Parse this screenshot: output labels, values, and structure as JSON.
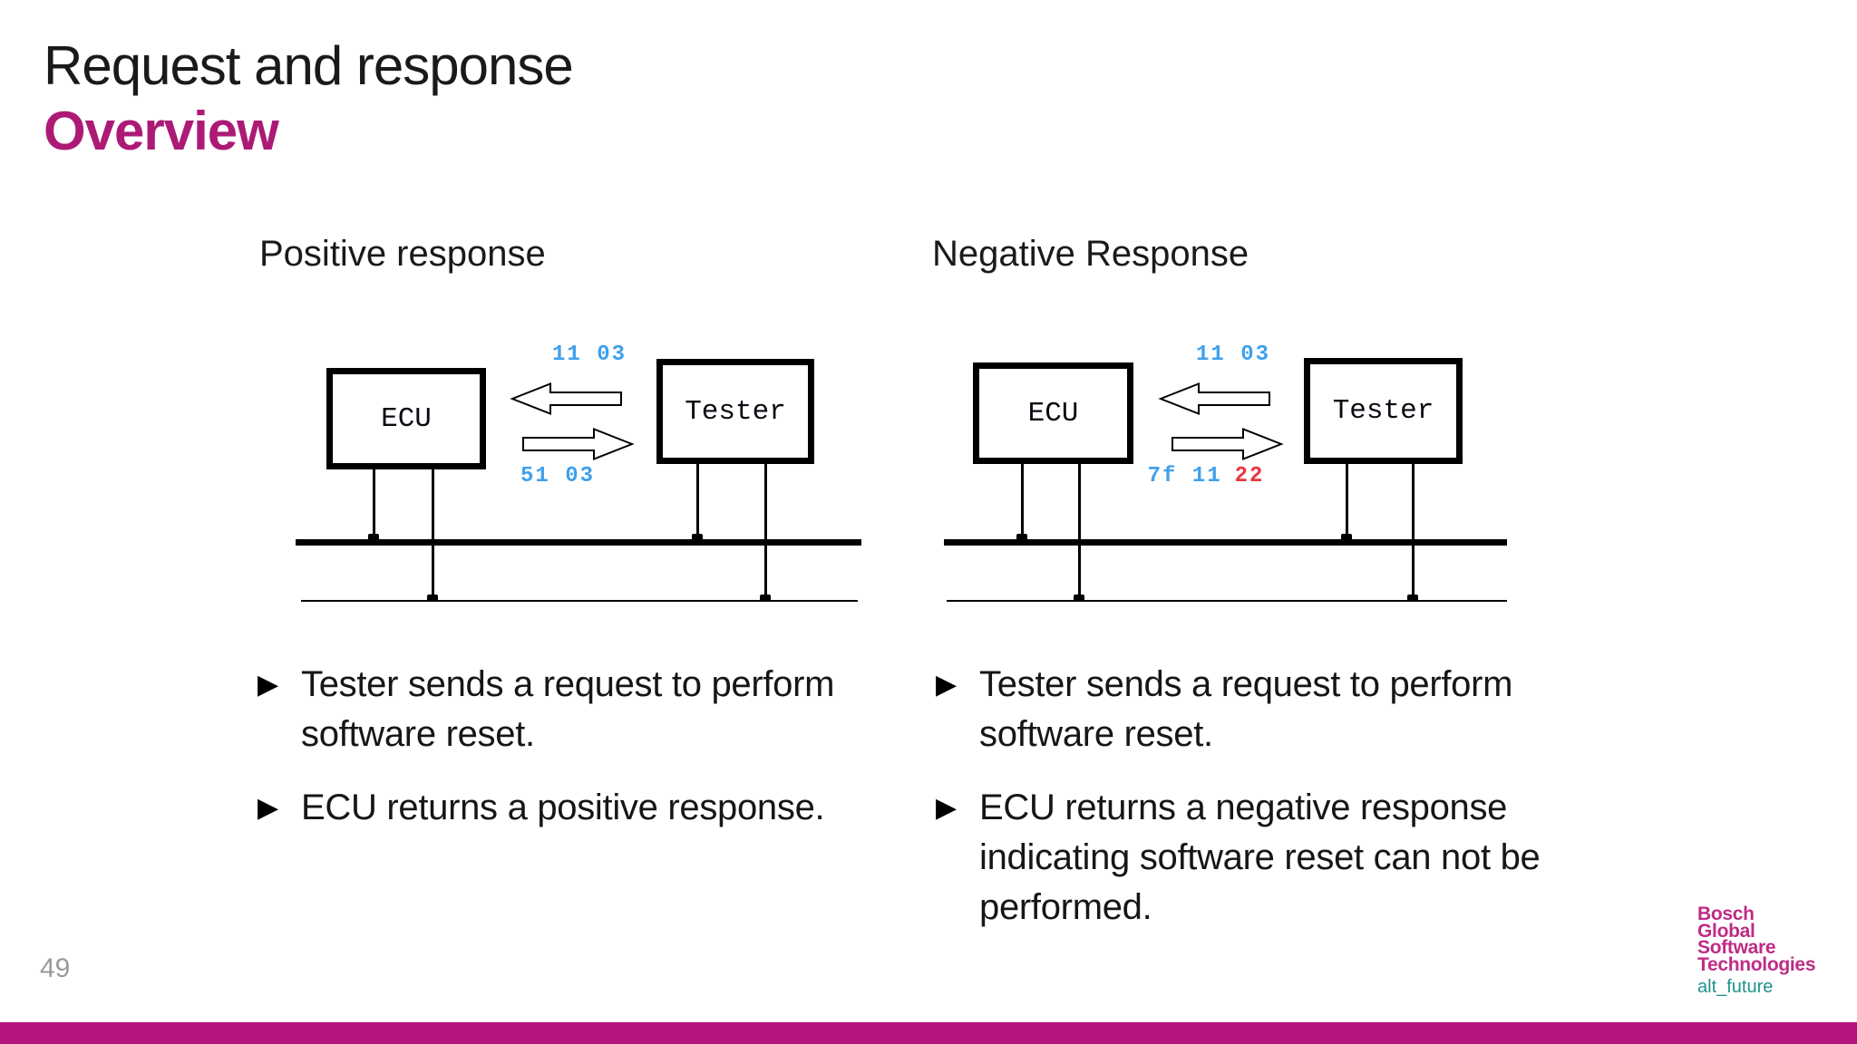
{
  "slide": {
    "title": "Request and response",
    "subtitle": "Overview",
    "page_number": "49"
  },
  "columns": {
    "left": {
      "heading": "Positive response",
      "bullet_glyph": "▶",
      "bullets": [
        "Tester sends a request to perform\nsoftware reset.",
        "ECU returns a positive response."
      ]
    },
    "right": {
      "heading": "Negative Response",
      "bullet_glyph": "▶",
      "bullets": [
        "Tester sends a request to perform\nsoftware reset.",
        "ECU returns a negative response\nindicating software reset can not be\nperformed."
      ]
    }
  },
  "diagrams": {
    "positive": {
      "ecu_label": "ECU",
      "tester_label": "Tester",
      "request_code": "11 03",
      "response_code": "51 03"
    },
    "negative": {
      "ecu_label": "ECU",
      "tester_label": "Tester",
      "request_code": "11 03",
      "response_code_prefix": "7f 11",
      "response_code_nrc": "22"
    }
  },
  "logo": {
    "lines": [
      "Bosch",
      "Global",
      "Software",
      "Technologies"
    ],
    "tagline": "alt_future"
  },
  "colors": {
    "accent_magenta": "#AC1A76",
    "footer_bar_magenta": "#B5137D",
    "logo_magenta": "#BE2C86",
    "tagline_teal": "#1F938B",
    "code_blue": "#3FA0EC",
    "code_red": "#E8383E",
    "page_number_gray": "#9a9a9a"
  }
}
